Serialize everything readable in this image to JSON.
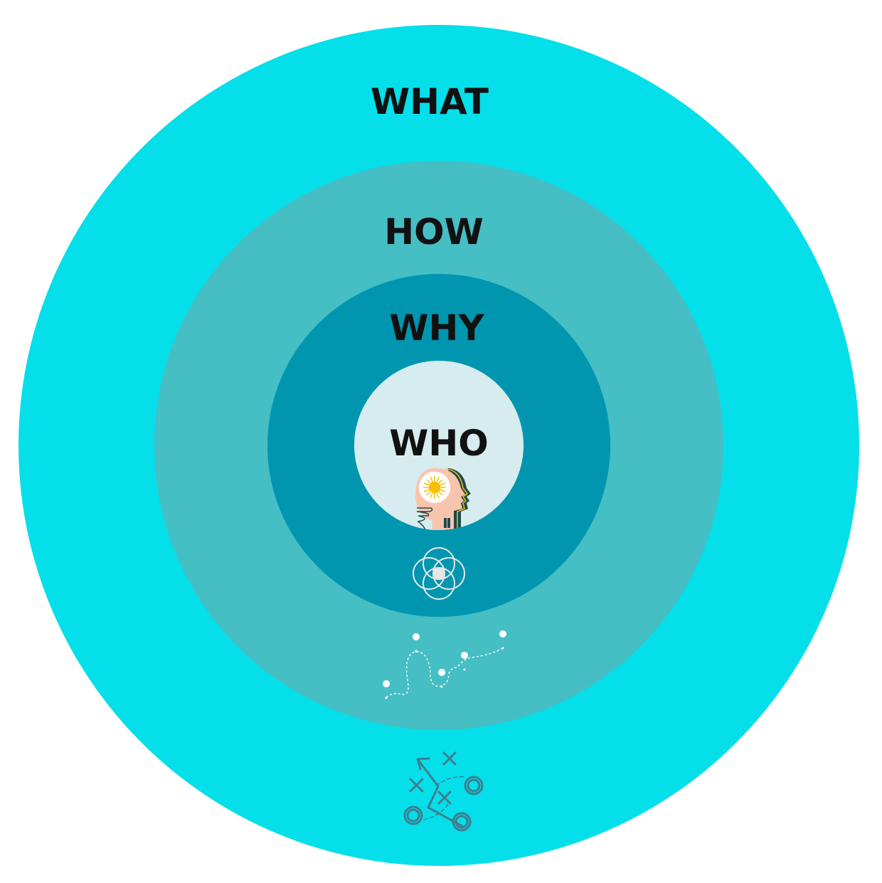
{
  "rings": [
    {
      "label": "WHAT",
      "color": "#05DFEA",
      "icon": "strategy-play-icon"
    },
    {
      "label": "HOW",
      "color": "#45BEC4",
      "icon": "route-map-icon"
    },
    {
      "label": "WHY",
      "color": "#0096B0",
      "icon": "overlapping-circles-icon"
    },
    {
      "label": "WHO",
      "color": "#D6ECEE",
      "icon": "head-sun-icon"
    }
  ]
}
